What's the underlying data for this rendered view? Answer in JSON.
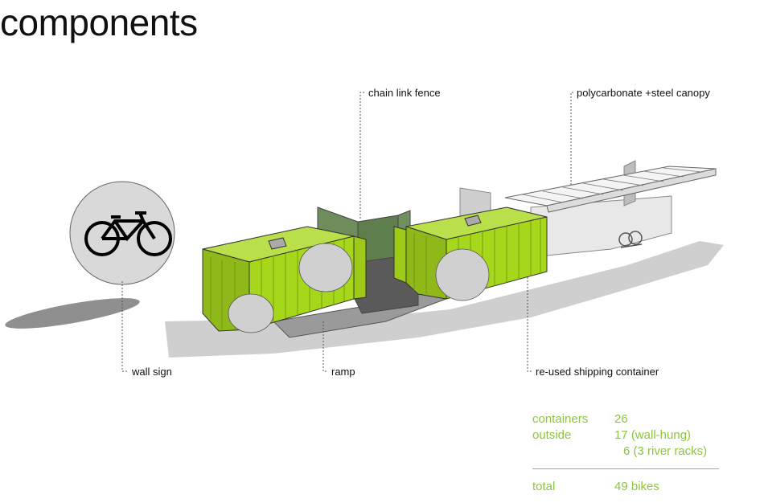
{
  "title": "components",
  "labels": {
    "chain_link_fence": "chain link fence",
    "canopy": "polycarbonate +steel canopy",
    "wall_sign": "wall sign",
    "ramp": "ramp",
    "shipping_container": "re-used shipping container"
  },
  "stats": {
    "containers_label": "containers",
    "containers_value": "26",
    "outside_label": "outside",
    "outside_value_1": "17 (wall-hung)",
    "outside_value_2": "6 (3 river racks)",
    "total_label": "total",
    "total_value": "49 bikes"
  },
  "colors": {
    "container_green": "#a6d71b",
    "stats_green": "#8cc63f",
    "shadow_gray": "#cfcfcf",
    "sign_gray": "#d9d9d9"
  },
  "icons": [
    "bicycle-icon"
  ]
}
